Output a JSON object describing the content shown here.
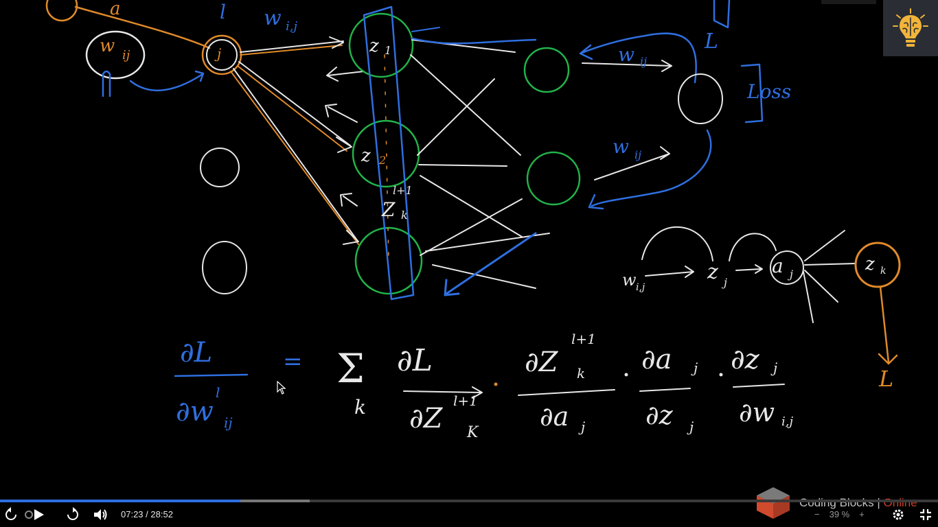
{
  "player": {
    "current_time": "07:23",
    "time_separator": " / ",
    "duration": "28:52",
    "progress_fraction": 0.256,
    "buffered_fraction": 0.33,
    "zoom_minus": "−",
    "zoom_level": "39 %",
    "zoom_plus": "+"
  },
  "branding": {
    "name": "Coding Blocks",
    "separator": " | ",
    "suffix": "Online",
    "logo_icon": "brain-bulb-icon",
    "cube_icon": "cube-logo-icon"
  },
  "whiteboard": {
    "top_left_label": "a",
    "layer_label": "l",
    "weight_top": "w",
    "weight_node": "w",
    "neuron_j": "j",
    "z1": "z",
    "z2": "z",
    "zk_label": "Z",
    "loss_label": "Loss",
    "L_top": "L",
    "chain_wij": "w",
    "chain_zj": "z",
    "chain_aj": "a",
    "chain_zk": "z",
    "chain_L": "L",
    "eq_numerator": "∂L",
    "eq_denominator": "∂w",
    "eq_equals": "=",
    "eq_sigma": "Σ",
    "eq_sigma_index": "k",
    "eq_term1_num": "∂L",
    "eq_term1_den": "∂Z",
    "eq_term2_num": "∂Z",
    "eq_term2_den": "∂a",
    "eq_term3_num": "∂a",
    "eq_term3_den": "∂z",
    "eq_term4_num": "∂z",
    "eq_term4_den": "∂w",
    "sup_l": "l",
    "sup_l1": "l+1",
    "sub_k": "k",
    "sub_j": "j",
    "sub_ij": "ij",
    "sub_1": "1",
    "sub_2": "2",
    "sub_K": "K",
    "sub_i_j": "i,j"
  },
  "colors": {
    "ink_white": "#e8e8e8",
    "ink_blue": "#2f6fe0",
    "ink_orange": "#e08a2a",
    "ink_green": "#22b34a",
    "progress": "#2f6fe0",
    "brand_accent": "#e0462e"
  },
  "icons": {
    "replay": "replay-10-icon",
    "play": "play-icon",
    "forward": "forward-10-icon",
    "volume": "volume-icon",
    "settings": "gear-icon",
    "fullscreen": "exit-fullscreen-icon"
  }
}
